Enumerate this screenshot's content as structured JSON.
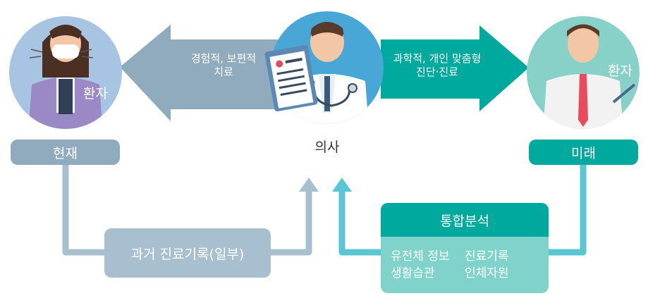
{
  "arrows": {
    "left_label_1": "경험적, 보편적",
    "left_label_2": "치료",
    "right_label_1": "과학적, 개인 맞춤형",
    "right_label_2": "진단·진료"
  },
  "persons": {
    "present_patient_tag": "환자",
    "future_patient_tag": "환자",
    "doctor_label": "의사"
  },
  "labels": {
    "present": "현재",
    "future": "미래",
    "past_records": "과거 진료기록(일부)"
  },
  "integrated": {
    "title": "통합분석",
    "items": [
      "유전체 정보",
      "진료기록",
      "생활습관",
      "인체자원"
    ]
  },
  "colors": {
    "gray_blue": "#8fabbd",
    "teal": "#00a99d",
    "light_teal": "#7fd3ca",
    "line_blue": "#5bc6d3"
  }
}
